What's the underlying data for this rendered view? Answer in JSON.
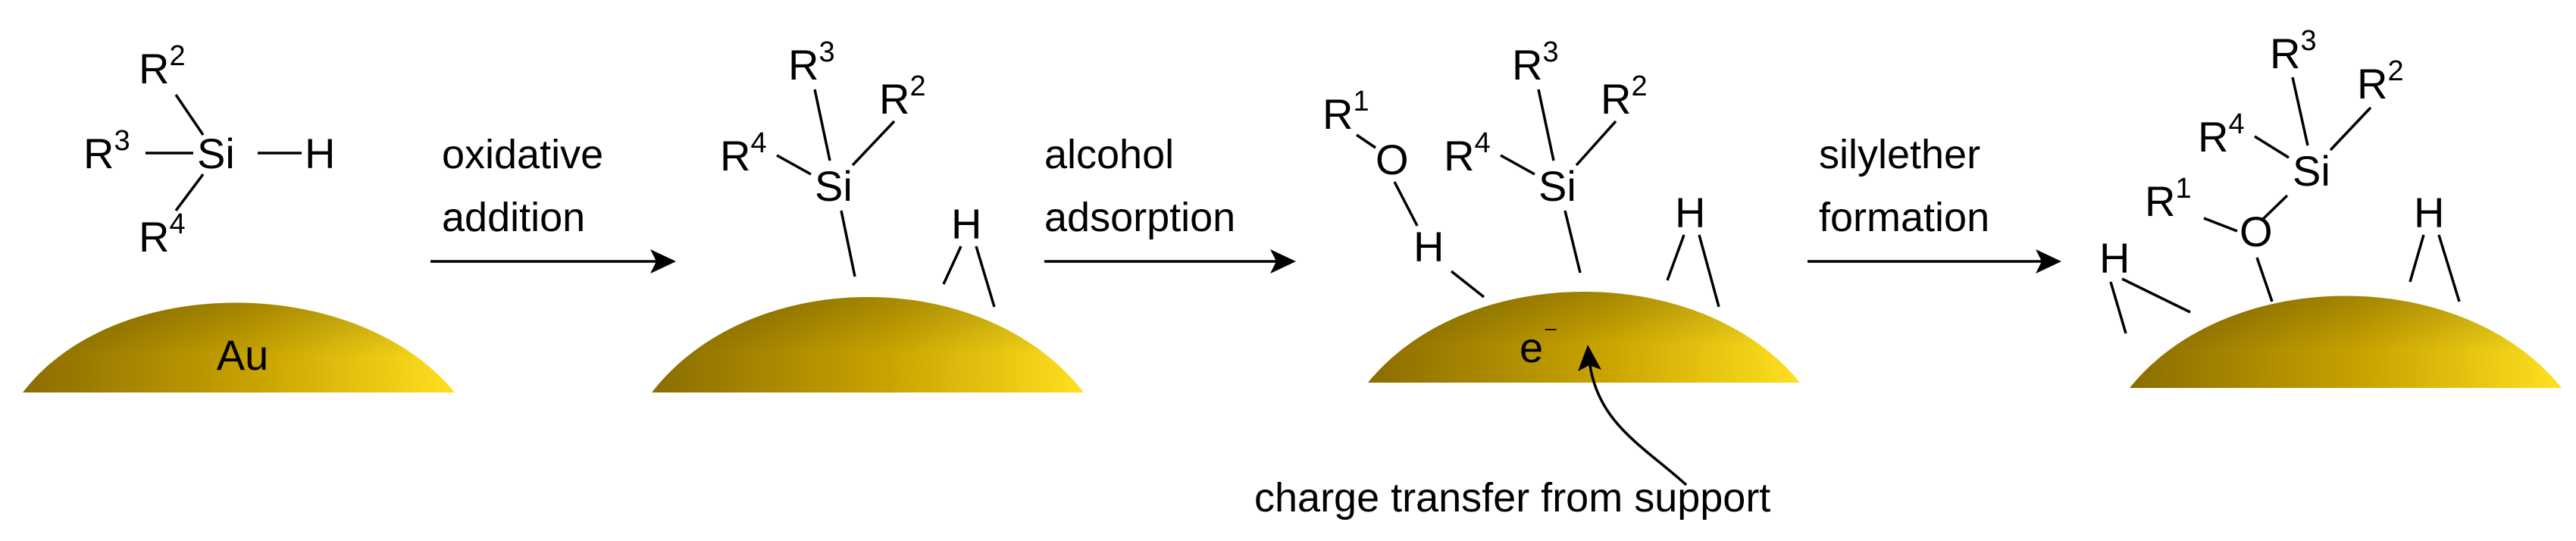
{
  "colors": {
    "gold_dark": "#8a6d00",
    "gold_mid": "#c9a400",
    "gold_light": "#ffe020"
  },
  "surface_label": "Au",
  "electron_label": "e",
  "electron_charge": "⁻",
  "note": "charge transfer from support",
  "atoms": {
    "R": "R",
    "Si": "Si",
    "H": "H",
    "O": "O",
    "n1": "1",
    "n2": "2",
    "n3": "3",
    "n4": "4"
  },
  "steps": [
    {
      "line1": "oxidative",
      "line2": "addition"
    },
    {
      "line1": "alcohol",
      "line2": "adsorption"
    },
    {
      "line1": "silylether",
      "line2": "formation"
    }
  ]
}
